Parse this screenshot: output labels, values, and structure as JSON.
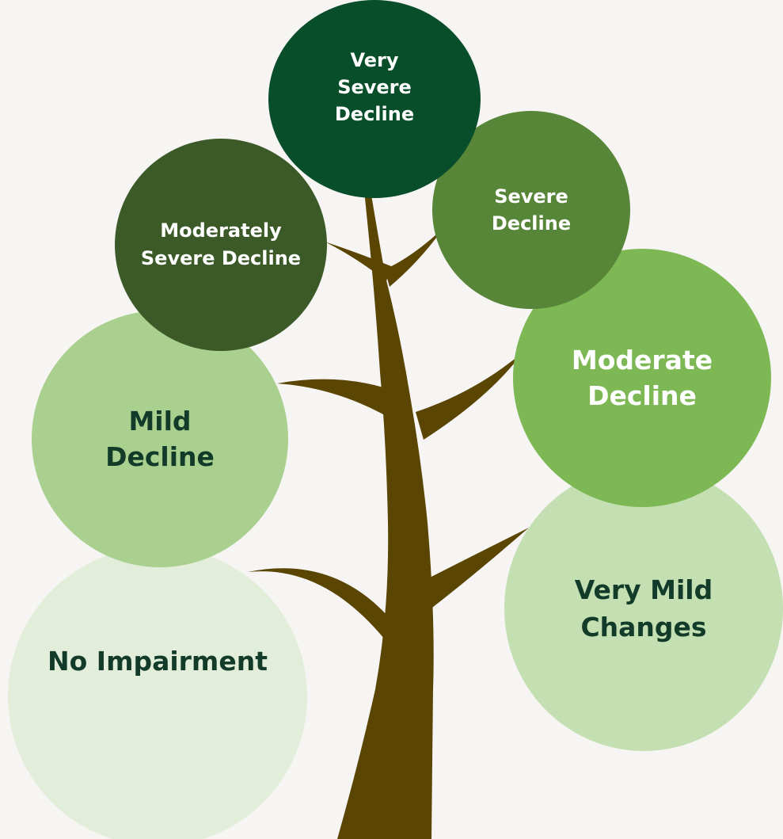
{
  "tree": {
    "trunk_color": "#5a4503",
    "background_color": "#f6f5f4"
  },
  "stages": {
    "no_impairment": {
      "label": "No Impairment",
      "color": "#e2eed9"
    },
    "very_mild_changes": {
      "label": "Very Mild Changes",
      "color": "#c4dfb1"
    },
    "mild_decline": {
      "label": "Mild Decline",
      "color": "#a9d08e"
    },
    "moderate_decline": {
      "label": "Moderate Decline",
      "color": "#7db855"
    },
    "moderately_severe_decline": {
      "label": "Moderately Severe Decline",
      "color": "#3b5a27"
    },
    "severe_decline": {
      "label": "Severe Decline",
      "color": "#588638"
    },
    "very_severe_decline": {
      "label": "Very Severe Decline",
      "color": "#094e2a"
    }
  }
}
